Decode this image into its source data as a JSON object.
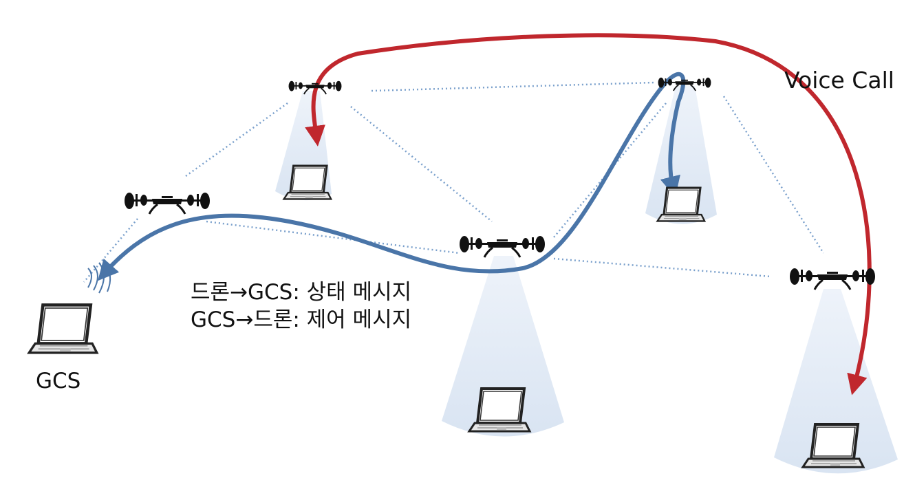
{
  "labels": {
    "voice_call": "Voice Call",
    "gcs": "GCS",
    "status_message": "드론→GCS: 상태 메시지",
    "control_message": "GCS→드론: 제어 메시지"
  },
  "colors": {
    "voice_path": "#c0272d",
    "message_path": "#4a75a8",
    "dotted_link": "#7aa0cc",
    "coverage_cone": "#dfe8f4",
    "drone": "#111111"
  },
  "icons": {
    "node": "drone-icon",
    "ground_terminal": "laptop-icon",
    "wireless": "wireless-signal-icon"
  }
}
